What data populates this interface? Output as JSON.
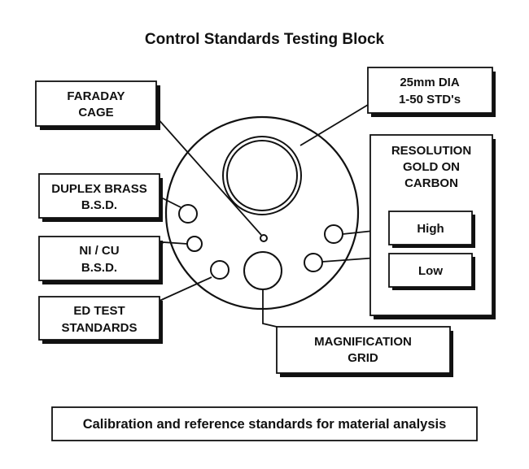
{
  "title": "Control Standards Testing Block",
  "labels": {
    "faraday": [
      "FARADAY",
      "CAGE"
    ],
    "std25": [
      "25mm DIA",
      "1-50 STD's"
    ],
    "resolution": [
      "RESOLUTION",
      "GOLD ON",
      "CARBON"
    ],
    "high": "High",
    "low": "Low",
    "duplex": [
      "DUPLEX BRASS",
      "B.S.D."
    ],
    "nicu": [
      "NI / CU",
      "B.S.D."
    ],
    "edtest": [
      "ED TEST",
      "STANDARDS"
    ],
    "magnification": [
      "MAGNIFICATION",
      "GRID"
    ]
  },
  "caption": "Calibration and reference standards for material analysis"
}
